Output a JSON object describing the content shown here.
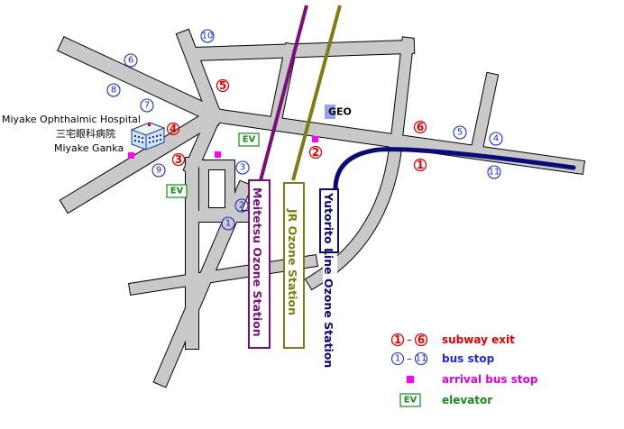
{
  "places": {
    "hospital_en": "Miyake Ophthalmic Hospital",
    "hospital_jp": "三宅眼科病院",
    "hospital_alt": "Miyake Ganka",
    "geo": "GEO"
  },
  "stations": {
    "meitetsu": "Meitetsu Ozone Station",
    "jr": "JR Ozone Station",
    "yutorito": "Yutorito Line Ozone Station"
  },
  "colors": {
    "meitetsu": "#7a0f7a",
    "jr": "#7d7d12",
    "yutorito": "#0a0a78",
    "subway_exit": "#e00000",
    "bus_stop": "#1d2bd6",
    "arrival": "#ff00ff",
    "elevator": "#178a17"
  },
  "subway_exits": [
    "1",
    "2",
    "3",
    "4",
    "5",
    "6"
  ],
  "bus_stops": [
    "1",
    "2",
    "3",
    "4",
    "5",
    "6",
    "7",
    "8",
    "9",
    "10",
    "11"
  ],
  "elevator_badge": "EV",
  "legend": {
    "subway_range_from": "1",
    "subway_range_to": "6",
    "subway_label": "subway exit",
    "bus_range_from": "1",
    "bus_range_to": "11",
    "bus_label": "bus stop",
    "arrival_label": "arrival bus stop",
    "ev_badge": "EV",
    "ev_label": "elevator"
  }
}
